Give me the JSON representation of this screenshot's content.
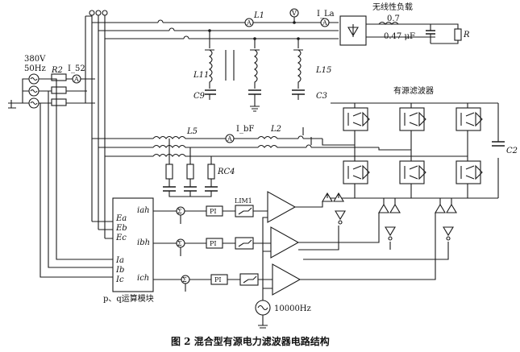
{
  "caption": "图 2  混合型有源电力滤波器电路结构",
  "source": {
    "voltage": "380V",
    "frequency": "50Hz",
    "resistor": "R2",
    "current_meter": "I_52"
  },
  "meters": {
    "line_current": "L1",
    "load_current": "I_La",
    "voltage": "V",
    "filter_current": "I_bF"
  },
  "load": {
    "title": "无线性负载",
    "v1": "0.7",
    "v2": "0.47 μF",
    "r": "R"
  },
  "passive_filter": {
    "l11": "L11",
    "l15": "L15",
    "c9": "C9",
    "c3": "C3",
    "l5": "L5",
    "l2": "L2",
    "rc4": "RC4"
  },
  "active_filter": {
    "title": "有源滤波器",
    "c2": "C2"
  },
  "pq_module": {
    "label": "p、q运算模块",
    "inputs": [
      "Ea",
      "Eb",
      "Ec",
      "Ia",
      "Ib",
      "Ic"
    ],
    "outputs": [
      "iah",
      "ibh",
      "ich"
    ]
  },
  "control": {
    "pi": "PI",
    "limit": "LIM1",
    "carrier": "10000Hz"
  }
}
